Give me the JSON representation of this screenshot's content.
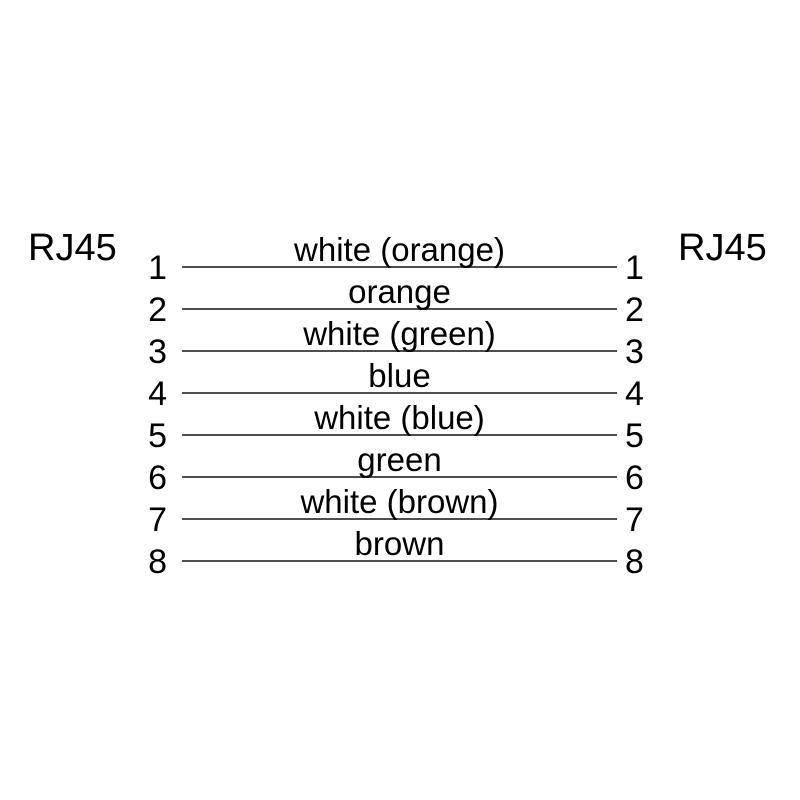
{
  "page": {
    "background_color": "#ffffff",
    "text_color": "#000000",
    "line_color": "#4d4d4d"
  },
  "diagram": {
    "type": "rj45-pinout",
    "left_connector": {
      "label": "RJ45"
    },
    "right_connector": {
      "label": "RJ45"
    },
    "rows": [
      {
        "left_pin": "1",
        "wire_label": "white (orange)",
        "right_pin": "1"
      },
      {
        "left_pin": "2",
        "wire_label": "orange",
        "right_pin": "2"
      },
      {
        "left_pin": "3",
        "wire_label": "white (green)",
        "right_pin": "3"
      },
      {
        "left_pin": "4",
        "wire_label": "blue",
        "right_pin": "4"
      },
      {
        "left_pin": "5",
        "wire_label": "white (blue)",
        "right_pin": "5"
      },
      {
        "left_pin": "6",
        "wire_label": "green",
        "right_pin": "6"
      },
      {
        "left_pin": "7",
        "wire_label": "white (brown)",
        "right_pin": "7"
      },
      {
        "left_pin": "8",
        "wire_label": "brown",
        "right_pin": "8"
      }
    ]
  }
}
